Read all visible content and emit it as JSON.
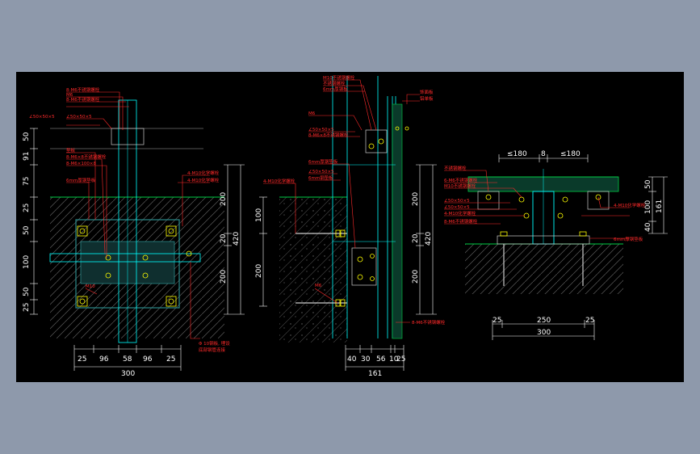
{
  "colors": {
    "background": "#8e99ab",
    "canvas": "#000000",
    "dimension": "#ffffff",
    "annotation": "#ff2a2a",
    "structure": "#00ffff",
    "ground": "#00cc44",
    "steel": "#2a8a8a",
    "bolt": "#ffff00"
  },
  "left_detail": {
    "left_dims": [
      "50",
      "91",
      "75",
      "25",
      "50",
      "100",
      "50",
      "25"
    ],
    "right_dims": [
      "200",
      "20",
      "420",
      "200"
    ],
    "bottom_dims": [
      "25",
      "96",
      "58",
      "96",
      "25"
    ],
    "bottom_total": "300",
    "labels": [
      "8-M6不锈钢螺栓",
      "M6",
      "8-M6不锈钢螺栓",
      "∠50×50×5",
      "∠50×50×5",
      "垫板",
      "8-M6×8不锈钢螺栓",
      "8-M6×100×8",
      "6mm厚钢垫板",
      "4-M10化学螺栓",
      "4-M10化学螺栓",
      "M10",
      "Φ 10钢板, 埋设",
      "底部钢管连接"
    ]
  },
  "middle_detail": {
    "left_dims": [
      "100",
      "200"
    ],
    "right_dims": [
      "200",
      "20",
      "420",
      "200"
    ],
    "bottom_dims": [
      "40",
      "30",
      "56",
      "10",
      "25"
    ],
    "bottom_total": "161",
    "labels": [
      "M10不锈钢螺栓",
      "不锈钢螺栓",
      "6mm厚钢板",
      "M6",
      "∠50×50×5",
      "8-M6×8不锈钢螺栓",
      "6mm厚钢垫板",
      "∠50×50×5",
      "6mm钢垫板",
      "4-M10化学螺栓",
      "M6",
      "8-M6不锈钢螺栓",
      "饰面板",
      "铝单板"
    ]
  },
  "right_detail": {
    "top_dims": [
      "≤180",
      "8",
      "≤180"
    ],
    "right_dims": [
      "50",
      "161",
      "100",
      "40"
    ],
    "bottom_dims": [
      "25",
      "250",
      "25"
    ],
    "bottom_total": "300",
    "labels": [
      "不锈钢螺栓",
      "6-M6不锈钢螺栓",
      "M10不锈钢螺栓",
      "∠50×50×5",
      "∠50×50×5",
      "4-M10化学螺栓",
      "8-M6不锈钢螺栓",
      "4-M10化学螺栓",
      "6mm厚钢垫板"
    ]
  }
}
